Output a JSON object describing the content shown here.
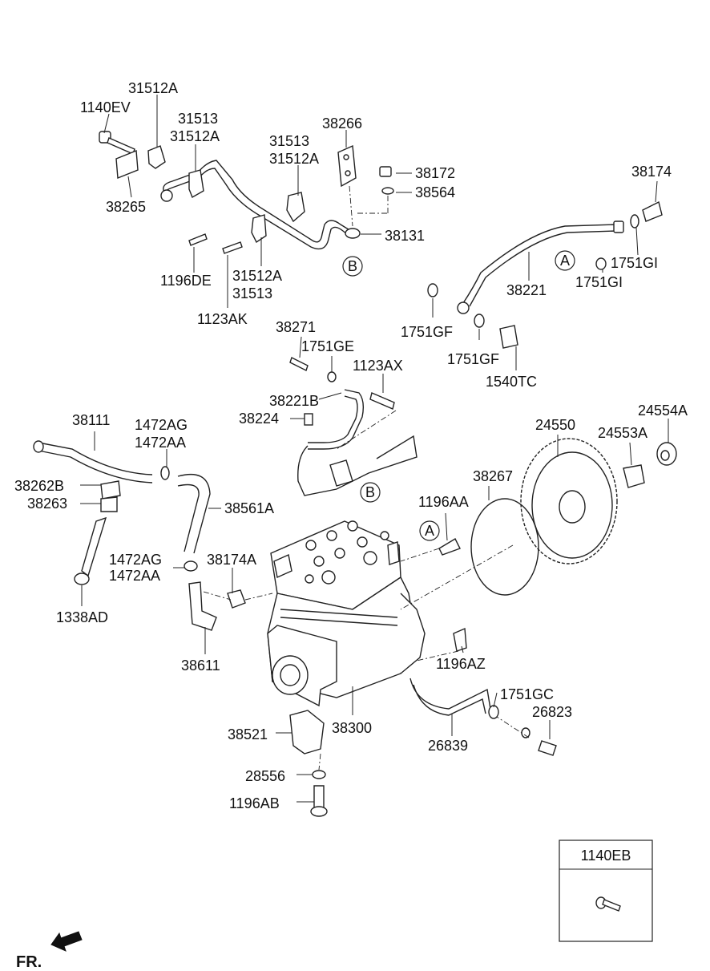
{
  "callouts": {
    "c31512A_a": "31512A",
    "c1140EV": "1140EV",
    "c31513_a": "31513",
    "c31512A_b": "31512A",
    "c31513_b": "31513",
    "c31512A_c": "31512A",
    "c38266": "38266",
    "c38172": "38172",
    "c38564": "38564",
    "c38265": "38265",
    "c38131": "38131",
    "c38174": "38174",
    "c1196DE": "1196DE",
    "c31512A_d": "31512A",
    "c31513_c": "31513",
    "c1123AK": "1123AK",
    "c1751GI_a": "1751GI",
    "c1751GI_b": "1751GI",
    "c38221": "38221",
    "c38271": "38271",
    "c1751GE": "1751GE",
    "c1751GF_a": "1751GF",
    "c1751GF_b": "1751GF",
    "c1123AX": "1123AX",
    "c1540TC": "1540TC",
    "c38221B": "38221B",
    "c38224": "38224",
    "c24554A": "24554A",
    "c38111": "38111",
    "c1472AG_a": "1472AG",
    "c1472AA_a": "1472AA",
    "c24550": "24550",
    "c24553A": "24553A",
    "c38262B": "38262B",
    "c38263": "38263",
    "c38267": "38267",
    "c38561A": "38561A",
    "c1196AA": "1196AA",
    "c1472AG_b": "1472AG",
    "c1472AA_b": "1472AA",
    "c38174A": "38174A",
    "c1338AD": "1338AD",
    "c38611": "38611",
    "c1196AZ": "1196AZ",
    "c1751GC": "1751GC",
    "c26823": "26823",
    "c38521": "38521",
    "c38300": "38300",
    "c26839": "26839",
    "c28556": "28556",
    "c1196AB": "1196AB"
  },
  "reference_markers": {
    "a_top": "A",
    "a_mid": "A",
    "b_top": "B",
    "b_mid": "B"
  },
  "legend_box": {
    "part_number": "1140EB"
  },
  "orientation": {
    "label": "FR."
  }
}
